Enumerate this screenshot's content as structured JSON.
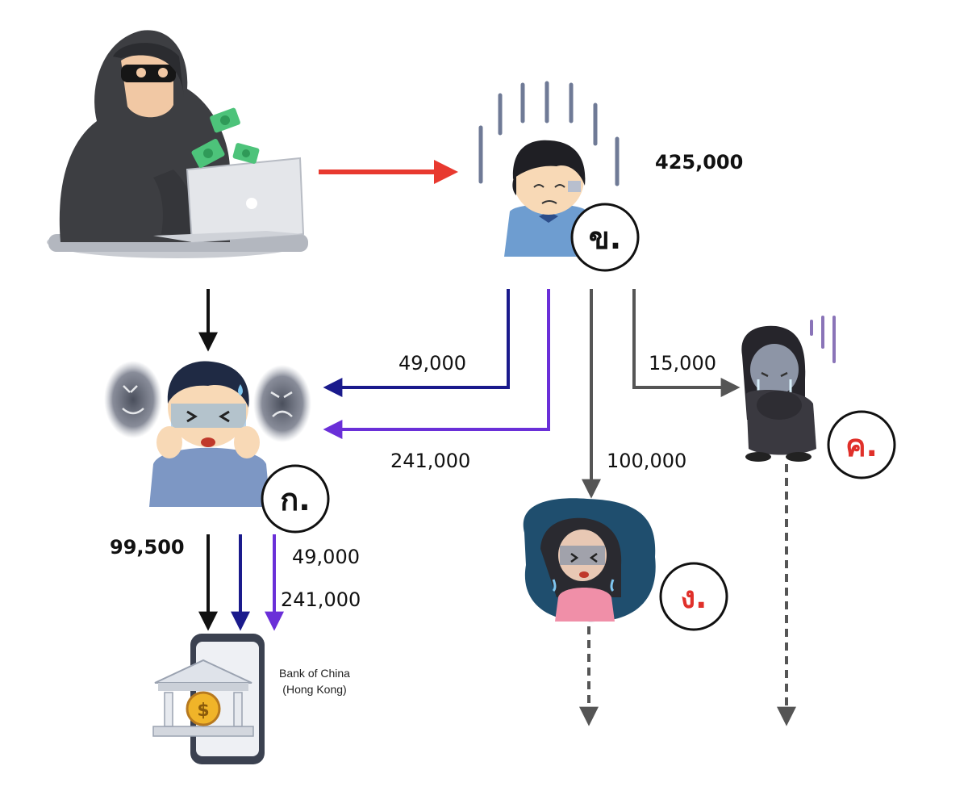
{
  "nodes": {
    "scammer": {
      "label": ""
    },
    "victim_b": {
      "badge": "ข.",
      "amount": "425,000"
    },
    "victim_a": {
      "badge": "ก.",
      "amount": "99,500"
    },
    "victim_c": {
      "badge": "ค."
    },
    "victim_d": {
      "badge": "ง."
    },
    "bank": {
      "line1": "Bank of China",
      "line2": "(Hong Kong)"
    }
  },
  "transfers": {
    "b_to_a_1": "49,000",
    "b_to_a_2": "241,000",
    "b_to_c": "15,000",
    "b_to_d": "100,000",
    "a_to_bank_1": "49,000",
    "a_to_bank_2": "241,000"
  },
  "colors": {
    "red_arrow": "#e8392f",
    "black_arrow": "#111111",
    "navy_arrow": "#1a1a8c",
    "purple_arrow": "#6a2fd8",
    "gray_arrow": "#555555",
    "badge_red": "#e0302a",
    "badge_black": "#111111"
  }
}
